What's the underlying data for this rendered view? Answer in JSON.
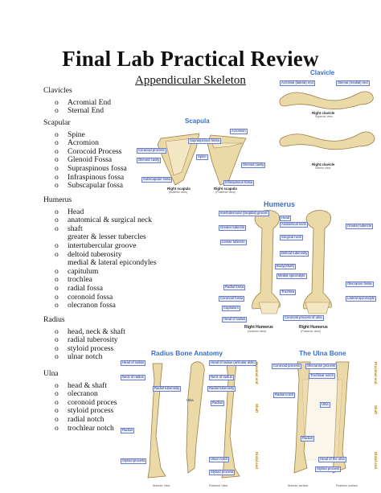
{
  "title": "Final Lab Practical Review",
  "subtitle": "Appendicular Skeleton",
  "sections": [
    {
      "heading": "Clavicles",
      "items": [
        "Acromial End",
        "Sternal End"
      ]
    },
    {
      "heading": "Scapular",
      "items": [
        "Spine",
        "Acromion",
        "Corocoid Process",
        "Glenoid Fossa",
        "Supraspinous fossa",
        "Infraspinous fossa",
        "Subscapular fossa"
      ]
    },
    {
      "heading": "Humerus",
      "items": [
        "Head",
        "anatomical & surgical neck",
        "shaft",
        "greater & lesser tubercles",
        "intertubercular groove",
        "deltoid tuberosity",
        "medial & lateral epicondyles",
        "capitulum",
        "trochlea",
        "radial fossa",
        "coronoid fossa",
        "olecranon fossa"
      ]
    },
    {
      "heading": "Radius",
      "items": [
        "head, neck & shaft",
        "radial tuberosity",
        "styloid process",
        "ulnar notch"
      ]
    },
    {
      "heading": "Ulna",
      "items": [
        "head & shaft",
        "olecranon",
        "coronoid process",
        "styloid process",
        "radial notch",
        "trochlear notch"
      ]
    }
  ],
  "bullet": "o",
  "clavicle_panel": {
    "title": "Clavicle",
    "label_acromial": "Acromial (lateral) end",
    "label_sternal": "Sternal (medial) end",
    "caption_top": "Right clavicle",
    "caption_top_sub": "Superior view",
    "caption_bottom": "Right clavicle",
    "caption_bottom_sub": "Inferior view"
  },
  "scapula_panel": {
    "title": "Scapula",
    "labels": [
      "Acromion",
      "Coracoid process",
      "Glenoid cavity",
      "Subscapular fossa",
      "Supraspinous fossa",
      "Spine",
      "Infraspinous fossa",
      "Glenoid cavity"
    ],
    "caption_left": "Right scapula",
    "caption_left_sub": "(Anterior view)",
    "caption_right": "Right scapula",
    "caption_right_sub": "(Posterior view)"
  },
  "humerus_panel": {
    "title": "Humerus",
    "labels_left": [
      "Intertubercular (bicipital) groove",
      "Greater tubercle",
      "Lesser tubercle",
      "Radial fossa",
      "Coronoid fossa",
      "Capitulum",
      "Head of radius"
    ],
    "labels_mid": [
      "Head",
      "Anatomical neck",
      "Surgical neck",
      "Deltoid tuberosity",
      "Body(Shaft)",
      "Medial epicondyle",
      "Trochlea",
      "Coronoid process of ulna"
    ],
    "labels_right": [
      "Greater tubercle",
      "Olecranon fossa",
      "Lateral epicondyle"
    ],
    "caption_left": "Right Humerus",
    "caption_left_sub": "(Anterior view)",
    "caption_right": "Right Humerus",
    "caption_right_sub": "(Posterior view)"
  },
  "radius_panel": {
    "title": "Radius Bone Anatomy",
    "labels_left": [
      "Head of radius",
      "Neck of radius",
      "Radial tuberosity",
      "Radius",
      "Styloid process"
    ],
    "labels_right": [
      "Head of radius (articular disk)",
      "Neck of radius",
      "Radial tuberosity",
      "Radius",
      "Ulnar notch",
      "Styloid process"
    ],
    "labels_mid": [
      "Ulna"
    ],
    "side_labels": [
      "Proximal end",
      "Shaft",
      "Distal end"
    ],
    "caption_left": "Anterior View",
    "caption_right": "Posterior View"
  },
  "ulna_panel": {
    "title": "The Ulna Bone",
    "labels": [
      "Coronoid process",
      "Olecranon process",
      "Trochlear notch",
      "Radial notch",
      "Ulna",
      "Radius",
      "Head of the ulna",
      "Styloid process"
    ],
    "side_labels": [
      "Proximal end",
      "Shaft",
      "Distal end"
    ],
    "caption_left": "Anterior surface",
    "caption_right": "Posterior surface"
  },
  "colors": {
    "panel_title": "#3a6fc9",
    "label_text": "#1c2b6b",
    "bone_fill": "#ecd9a8",
    "side_label": "#b57b10"
  }
}
